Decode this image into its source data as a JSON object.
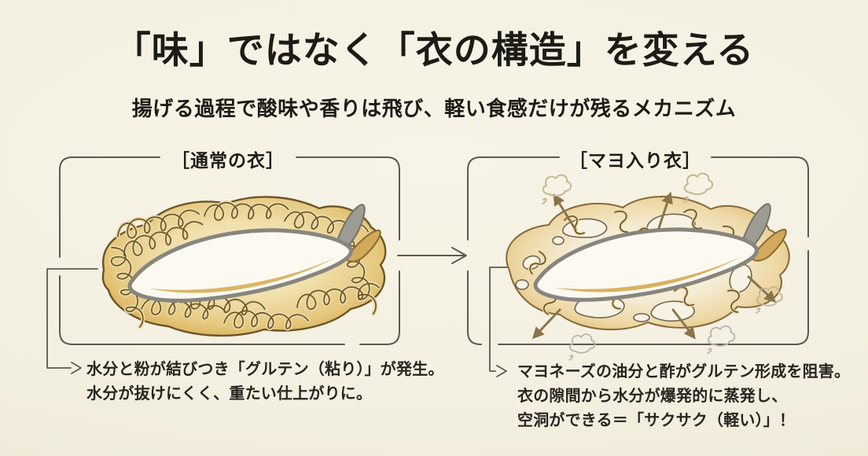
{
  "header": {
    "title": "「味」ではなく「衣の構造」を変える",
    "subtitle": "揚げる過程で酸味や香りは飛び、軽い食感だけが残るメカニズム"
  },
  "flow": {
    "arrow_icon": "right-arrow",
    "direction": "normal-batter to mayo-batter"
  },
  "panels": [
    {
      "id": "normal-batter",
      "label": "［通常の衣］",
      "illustration": "shrimp-with-dense-tangled-gluten-strands",
      "caption_lines": [
        "水分と粉が結びつき「グルテン（粘り）」が発生。",
        "水分が抜けにくく、重たい仕上がりに。"
      ]
    },
    {
      "id": "mayo-batter",
      "label": "［マヨ入り衣］",
      "illustration": "shrimp-with-porous-batter-steam-escaping-arrows",
      "caption_lines": [
        "マヨネーズの油分と酢がグルテン形成を阻害。",
        "衣の隙間から水分が爆発的に蒸発し、",
        "空洞ができる＝「サクサク（軽い）」！"
      ]
    }
  ],
  "colors": {
    "background": "#f4f0e1",
    "text_primary": "#1d1b16",
    "caption_text": "#27251f",
    "line": "#5d594f",
    "batter_gold": "#d5a348",
    "batter_light": "#f1e0ad",
    "noodle": "#ead9a6",
    "noodle_outline": "#6b5526",
    "shrimp_body": "#fcfaf0",
    "shrimp_outline": "#87867e",
    "tail_gray": "#9c9c94",
    "tail_gold": "#d2aa5c",
    "void_fill": "#f7f3e4",
    "steam_arrow": "#8a744a",
    "puff_tan": "#c8b88e",
    "puff_gray": "#b9b5aa"
  }
}
